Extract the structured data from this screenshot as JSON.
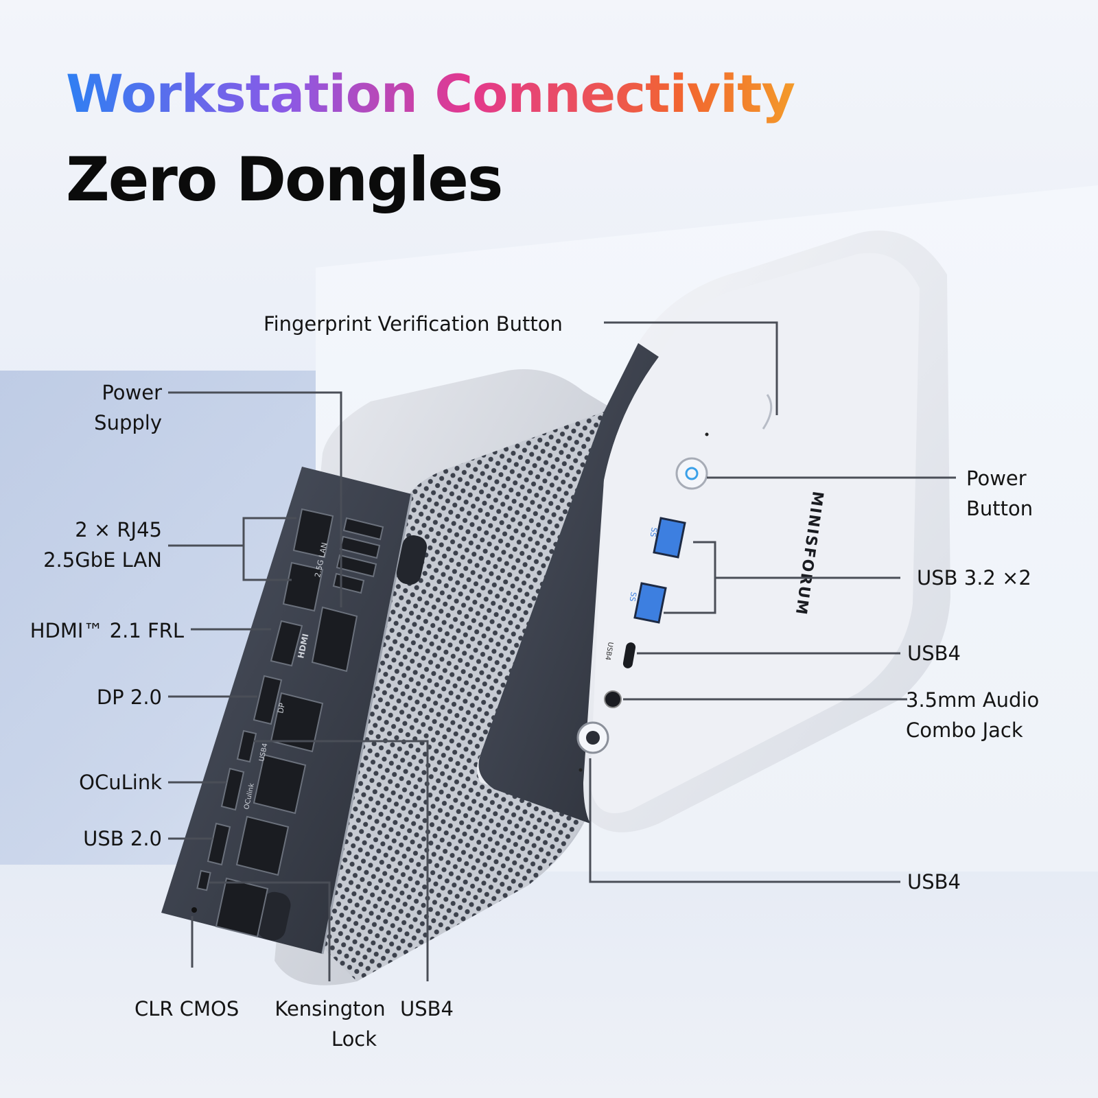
{
  "headline": {
    "line1": "Workstation Connectivity",
    "line2": "Zero Dongles"
  },
  "device": {
    "brand_text": "MINISFORUM",
    "port_marks": {
      "lan": "2.5G LAN",
      "hdmi": "HDMI",
      "dp": "DP",
      "usb4": "USB4",
      "oculink": "OCulink",
      "front_usb4": "USB4",
      "ss": "SS"
    }
  },
  "callouts": {
    "fingerprint": "Fingerprint Verification Button",
    "power_supply": [
      "Power",
      "Supply"
    ],
    "rj45": [
      "2 × RJ45",
      "2.5GbE LAN"
    ],
    "hdmi": "HDMI™ 2.1 FRL",
    "dp": "DP 2.0",
    "oculink": "OCuLink",
    "usb20": "USB 2.0",
    "clr_cmos": "CLR CMOS",
    "kensington": [
      "Kensington",
      "Lock"
    ],
    "usb4_rear": "USB4",
    "power_button": [
      "Power",
      "Button"
    ],
    "usb32": "USB 3.2 ×2",
    "usb4_front_top": "USB4",
    "audio": [
      "3.5mm Audio",
      "Combo Jack"
    ],
    "usb4_front_bottom": "USB4"
  },
  "colors": {
    "leader": "#4a4e57",
    "usb3_blue": "#3d7fe0",
    "power_led": "#3aa0e8"
  }
}
